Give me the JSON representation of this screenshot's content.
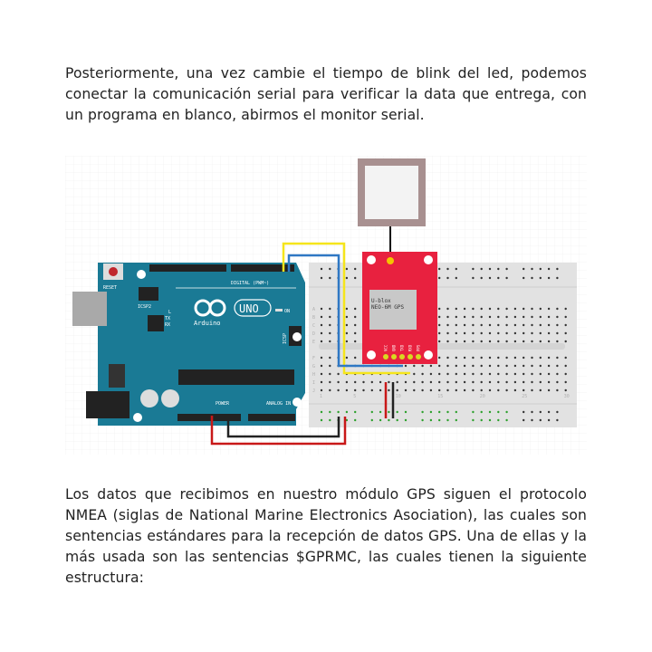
{
  "paragraphs": [
    "Posteriormente, una vez cambie el tiempo de blink del led, podemos conectar la comunicación serial para verificar la data que entrega, con un programa en blanco, abirmos el monitor serial.",
    "Los datos que recibimos en nuestro módulo GPS siguen el protocolo NMEA (siglas de National Marine Electronics Asociation), las cuales son sentencias estándares para la recepción de datos GPS. Una de ellas y la más usada son las sentencias $GPRMC, las cuales tienen la siguiente estructura:"
  ],
  "diagram": {
    "arduino": {
      "reset": "RESET",
      "icsp2": "ICSP2",
      "digital": "DIGITAL (PWM~)",
      "uno": "UNO",
      "brand": "Arduino",
      "l": "L",
      "tx": "TX",
      "rx": "RX",
      "on": "ON",
      "icsp": "ICSP",
      "power": "POWER",
      "analog": "ANALOG IN"
    },
    "gps": {
      "line1": "U-blox",
      "line2": "NEO-6M GPS",
      "pins": [
        "VCC",
        "GND",
        "TXD",
        "RXD",
        "PPS"
      ]
    },
    "breadboard": {
      "cols": [
        "1",
        "5",
        "10",
        "15",
        "20",
        "25",
        "30"
      ],
      "rows": [
        "A",
        "B",
        "C",
        "D",
        "E",
        "F",
        "G",
        "H",
        "I",
        "J"
      ]
    },
    "colors": {
      "arduino": "#1a7a95",
      "gps": "#e8213f",
      "yellow_wire": "#f5e51b",
      "blue_wire": "#2f78c4",
      "red_wire": "#c81818",
      "black_wire": "#222222"
    }
  }
}
